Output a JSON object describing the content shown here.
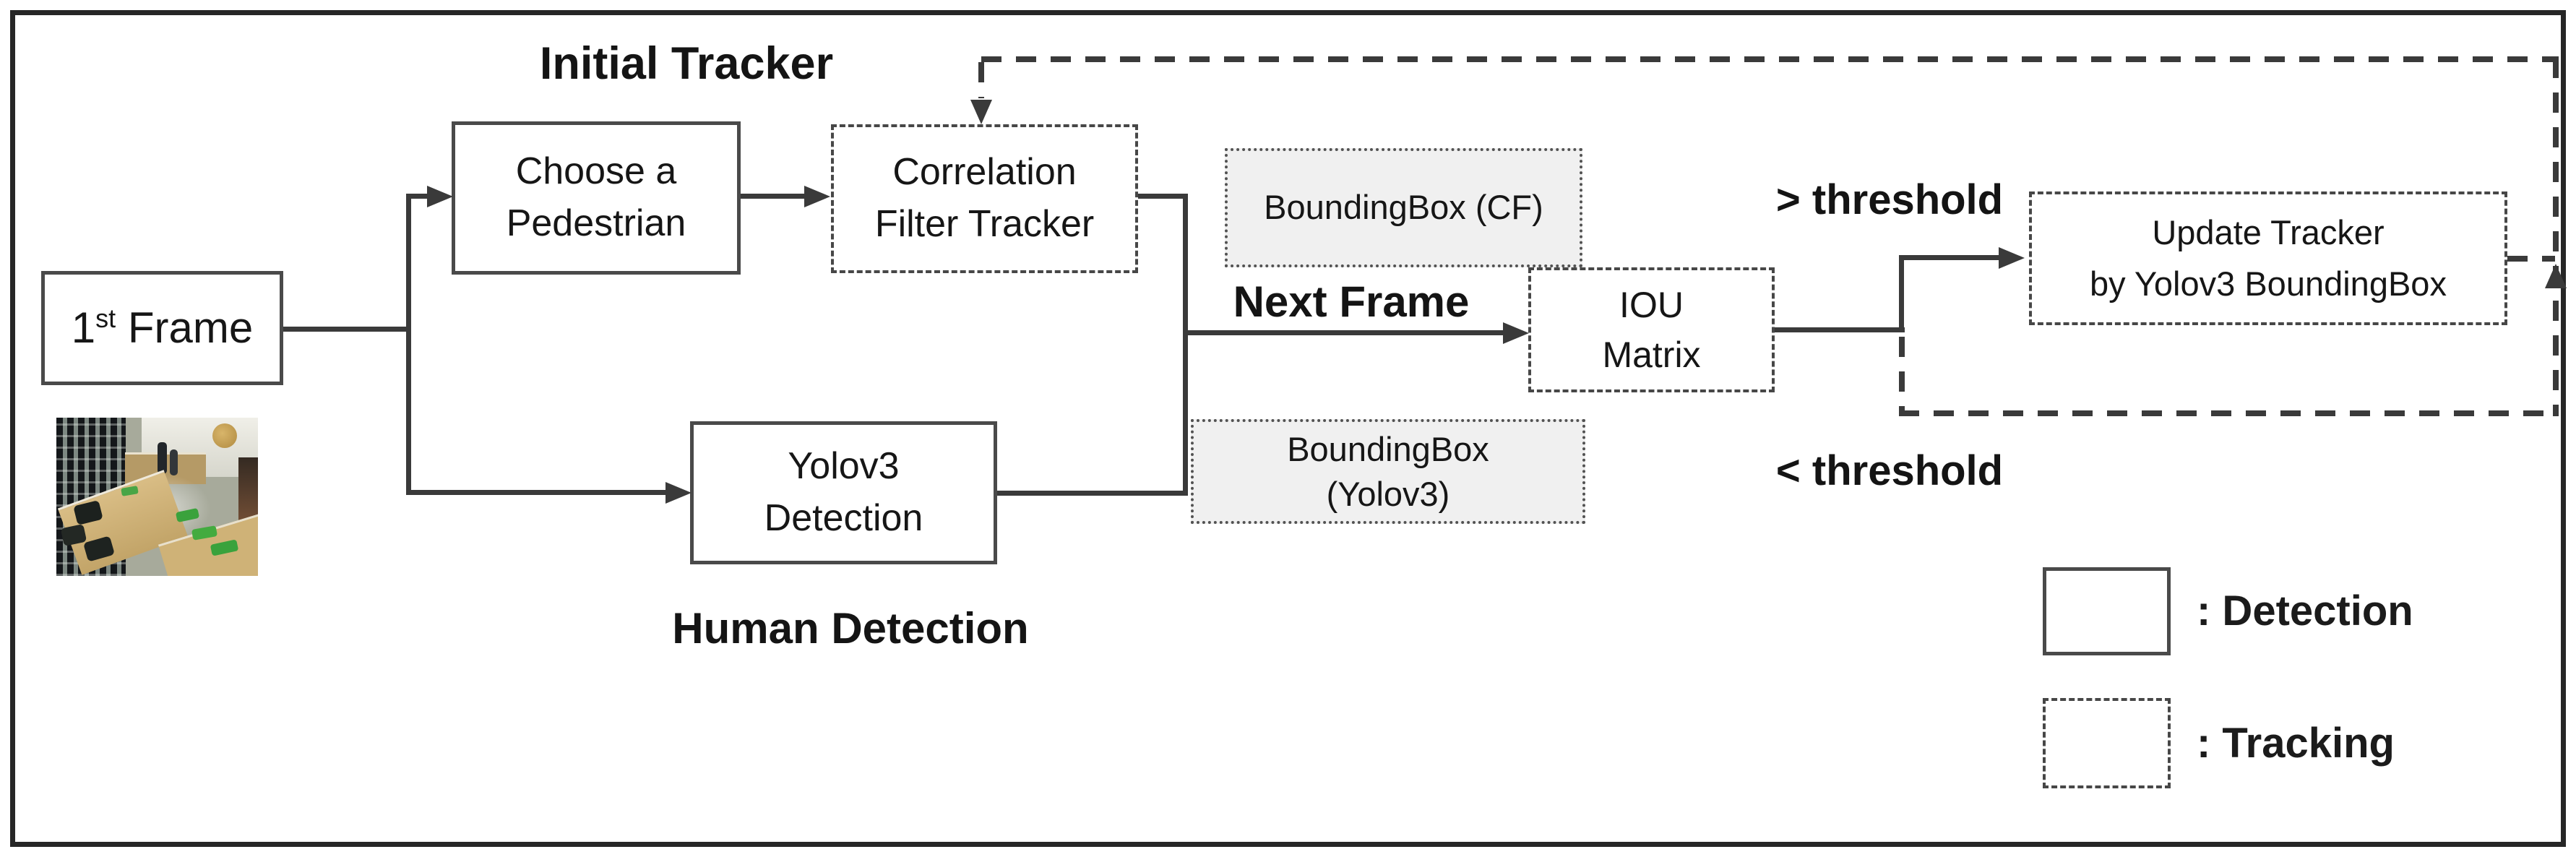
{
  "colors": {
    "line": "#3a3a3a",
    "box_border": "#4a4a4a",
    "gray_fill": "#f0f0f0",
    "text": "#1b1b1b",
    "bg": "#ffffff"
  },
  "labels": {
    "initial_tracker": "Initial Tracker",
    "next_frame": "Next Frame",
    "gt_threshold": "> threshold",
    "lt_threshold": "< threshold",
    "human_detection": "Human Detection"
  },
  "nodes": {
    "first_frame": {
      "prefix": "1",
      "sup": "st",
      "suffix": " Frame"
    },
    "choose_pedestrian": {
      "line1": "Choose a",
      "line2": "Pedestrian"
    },
    "correlation_filter_tracker": {
      "line1": "Correlation",
      "line2": "Filter Tracker"
    },
    "boundingbox_cf": {
      "line1": "BoundingBox (CF)"
    },
    "iou_matrix": {
      "line1": "IOU",
      "line2": "Matrix"
    },
    "update_tracker": {
      "line1": "Update Tracker",
      "line2": "by Yolov3 BoundingBox"
    },
    "yolov3_detection": {
      "line1": "Yolov3",
      "line2": "Detection"
    },
    "boundingbox_yolov3": {
      "line1": "BoundingBox",
      "line2": "(Yolov3)"
    }
  },
  "legend": {
    "detection_label": ": Detection",
    "tracking_label": ": Tracking"
  },
  "photo": {
    "name": "surveillance-frame-thumbnail"
  }
}
